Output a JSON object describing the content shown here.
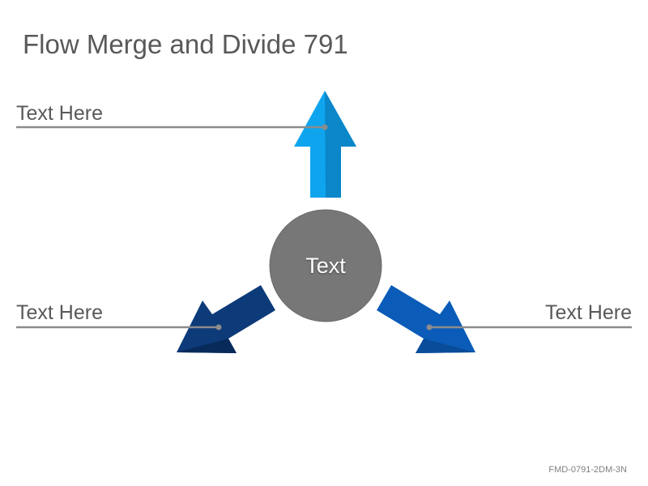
{
  "title": "Flow Merge and Divide 791",
  "center": {
    "label": "Text",
    "color": "#777777"
  },
  "callouts": [
    {
      "id": "top",
      "label": "Text Here",
      "arrow_color": "#0ea5ee",
      "arrow_shade": "#0a86c9"
    },
    {
      "id": "left",
      "label": "Text Here",
      "arrow_color": "#0d3a78",
      "arrow_shade": "#082a5a"
    },
    {
      "id": "right",
      "label": "Text Here",
      "arrow_color": "#0b5cb8",
      "arrow_shade": "#094c9a"
    }
  ],
  "leader_line_color": "#8c8c8c",
  "footer_code": "FMD-0791-2DM-3N"
}
